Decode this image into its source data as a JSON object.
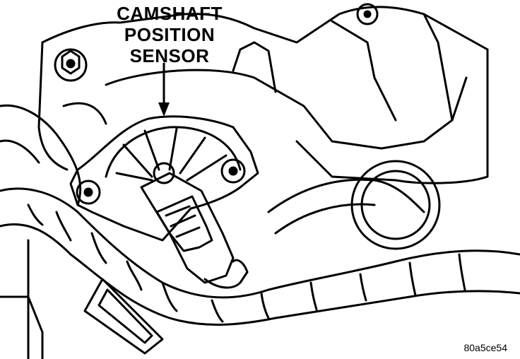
{
  "callout": {
    "line1": "CAMSHAFT",
    "line2": "POSITION",
    "line3": "SENSOR"
  },
  "figure_id": "80a5ce54",
  "colors": {
    "ink": "#000000",
    "paper": "#ffffff"
  }
}
